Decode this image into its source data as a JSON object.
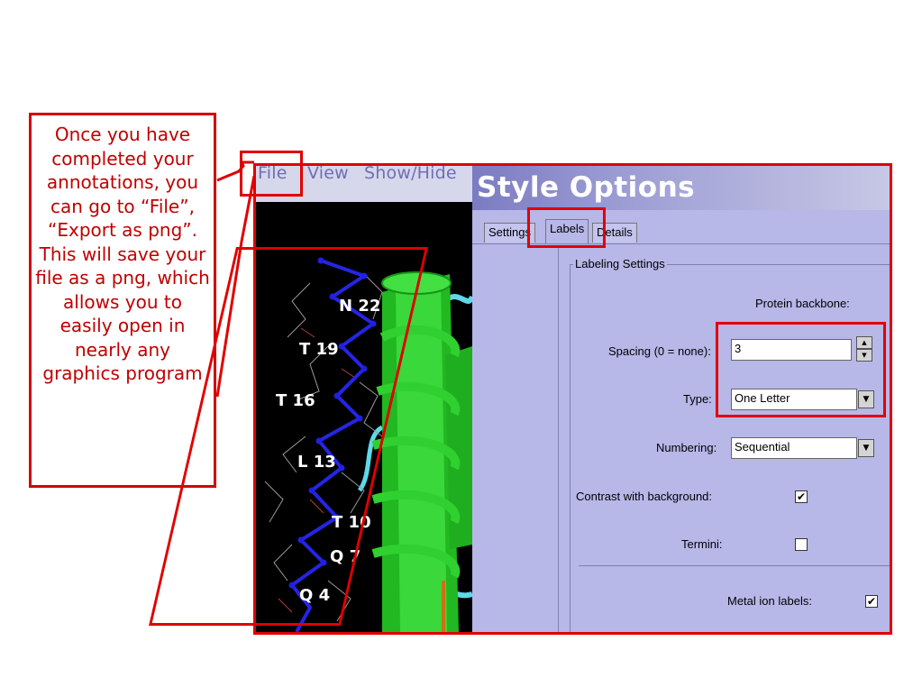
{
  "callout": {
    "text": "Once you have completed your annotations, you can go to “File”, “Export as png”. This will save your file as a png, which allows you to easily open in nearly any graphics program"
  },
  "viewer": {
    "menu": [
      "File",
      "View",
      "Show/Hide"
    ],
    "residue_labels": [
      "N 22",
      "T 19",
      "T 16",
      "L 13",
      "T 10",
      "Q 7",
      "Q 4"
    ]
  },
  "dialog": {
    "title": "Style Options",
    "tabs": [
      "Settings",
      "Labels",
      "Details"
    ],
    "active_tab": "Labels",
    "group_title": "Labeling Settings",
    "section_label": "Protein backbone:",
    "spacing_label": "Spacing (0 = none):",
    "spacing_value": "3",
    "type_label": "Type:",
    "type_value": "One Letter",
    "numbering_label": "Numbering:",
    "numbering_value": "Sequential",
    "contrast_label": "Contrast with background:",
    "contrast_checked": "✔",
    "termini_label": "Termini:",
    "termini_checked": "",
    "metal_label": "Metal ion labels:",
    "metal_checked": "✔"
  },
  "icons": {
    "combo_arrow": "▼",
    "spin_up": "▲",
    "spin_down": "▼"
  },
  "colors": {
    "highlight": "#e00000",
    "callout_text": "#c00000",
    "dialog_bg": "#b7b7e8",
    "helix": "#22c322",
    "backbone": "#2020e0"
  }
}
